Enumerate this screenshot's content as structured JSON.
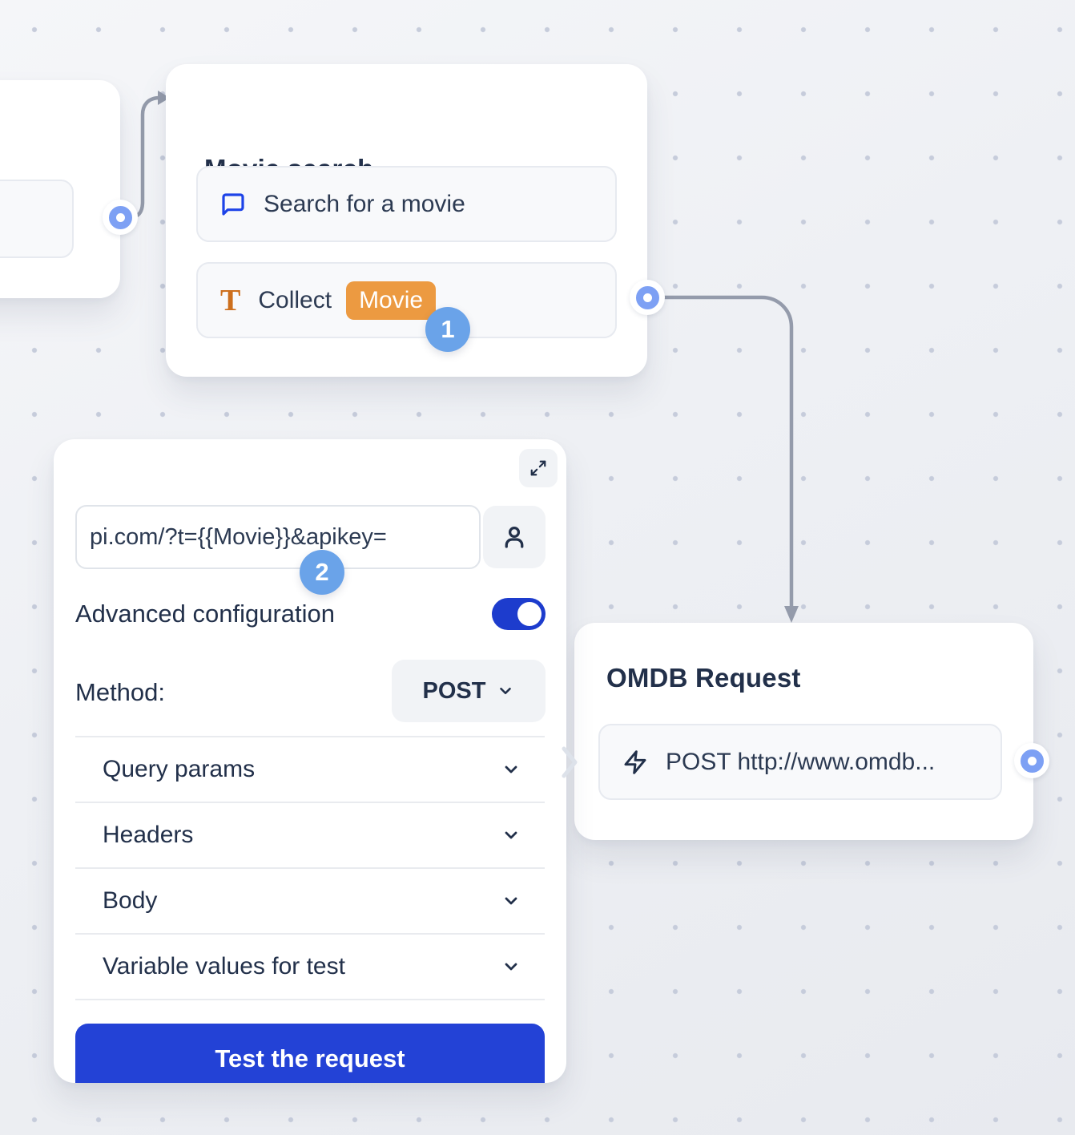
{
  "canvas": {
    "movie_search": {
      "title": "Movie search",
      "items": [
        {
          "icon": "chat-bubble-icon",
          "label": "Search for a movie"
        },
        {
          "icon": "text-input-icon",
          "icon_text": "T",
          "label": "Collect",
          "variable": "Movie"
        }
      ],
      "step_badge": "1"
    },
    "omdb_request": {
      "title": "OMDB Request",
      "items": [
        {
          "icon": "lightning-icon",
          "label": "POST http://www.omdb..."
        }
      ]
    }
  },
  "panel": {
    "url_input": {
      "value": "pi.com/?t={{Movie}}&apikey="
    },
    "step_badge": "2",
    "advanced_configuration_label": "Advanced configuration",
    "advanced_configuration_enabled": true,
    "method_label": "Method:",
    "method_value": "POST",
    "sections": [
      {
        "label": "Query params"
      },
      {
        "label": "Headers"
      },
      {
        "label": "Body"
      },
      {
        "label": "Variable values for test"
      }
    ],
    "test_button_label": "Test the request"
  },
  "colors": {
    "canvas_bg": "#eef0f4",
    "accent_blue": "#2342d6",
    "toggle_blue": "#1d3ccd",
    "step_badge_blue": "#6aa3e9",
    "variable_badge_orange": "#ec9a41",
    "collect_icon_orange": "#cd6f1d",
    "chat_icon_blue": "#1d43e8",
    "port_blue": "#7da0f4",
    "connector_gray": "#949bab",
    "text_dark": "#22304a"
  }
}
